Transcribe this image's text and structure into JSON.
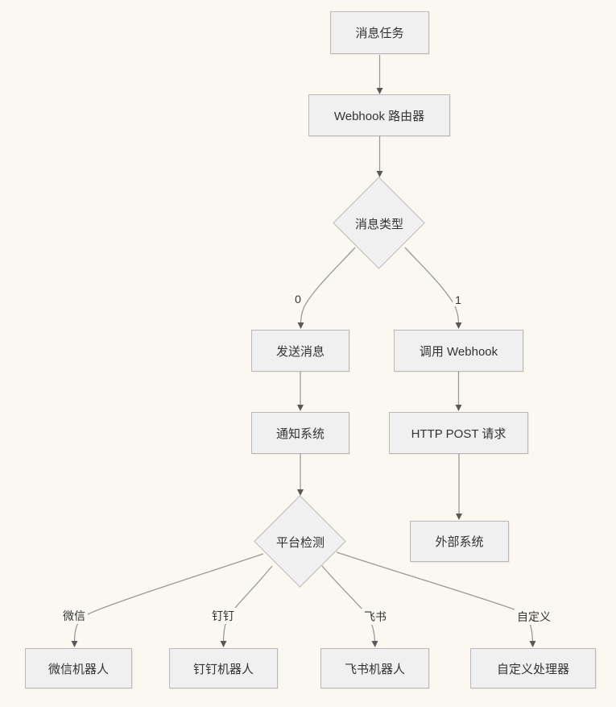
{
  "diagram": {
    "kind": "flowchart",
    "nodes": {
      "msg_task": {
        "label": "消息任务",
        "shape": "rectangle"
      },
      "webhook_router": {
        "label": "Webhook 路由器",
        "shape": "rectangle"
      },
      "msg_type": {
        "label": "消息类型",
        "shape": "diamond"
      },
      "send_msg": {
        "label": "发送消息",
        "shape": "rectangle"
      },
      "call_webhook": {
        "label": "调用 Webhook",
        "shape": "rectangle"
      },
      "notify_system": {
        "label": "通知系统",
        "shape": "rectangle"
      },
      "http_post": {
        "label": "HTTP POST 请求",
        "shape": "rectangle"
      },
      "platform_detect": {
        "label": "平台检测",
        "shape": "diamond"
      },
      "external_system": {
        "label": "外部系统",
        "shape": "rectangle"
      },
      "wechat_bot": {
        "label": "微信机器人",
        "shape": "rectangle"
      },
      "dingtalk_bot": {
        "label": "钉钉机器人",
        "shape": "rectangle"
      },
      "feishu_bot": {
        "label": "飞书机器人",
        "shape": "rectangle"
      },
      "custom_handler": {
        "label": "自定义处理器",
        "shape": "rectangle"
      }
    },
    "edges": [
      {
        "from": "msg_task",
        "to": "webhook_router",
        "label": ""
      },
      {
        "from": "webhook_router",
        "to": "msg_type",
        "label": ""
      },
      {
        "from": "msg_type",
        "to": "send_msg",
        "label": "0"
      },
      {
        "from": "msg_type",
        "to": "call_webhook",
        "label": "1"
      },
      {
        "from": "send_msg",
        "to": "notify_system",
        "label": ""
      },
      {
        "from": "call_webhook",
        "to": "http_post",
        "label": ""
      },
      {
        "from": "notify_system",
        "to": "platform_detect",
        "label": ""
      },
      {
        "from": "http_post",
        "to": "external_system",
        "label": ""
      },
      {
        "from": "platform_detect",
        "to": "wechat_bot",
        "label": "微信"
      },
      {
        "from": "platform_detect",
        "to": "dingtalk_bot",
        "label": "钉钉"
      },
      {
        "from": "platform_detect",
        "to": "feishu_bot",
        "label": "飞书"
      },
      {
        "from": "platform_detect",
        "to": "custom_handler",
        "label": "自定义"
      }
    ],
    "colors": {
      "background": "#faf8f1",
      "node_fill": "#f0f0f0",
      "node_border": "#b9b9b9",
      "edge_line": "#999999",
      "arrowhead": "#595959",
      "text": "#333333"
    }
  }
}
